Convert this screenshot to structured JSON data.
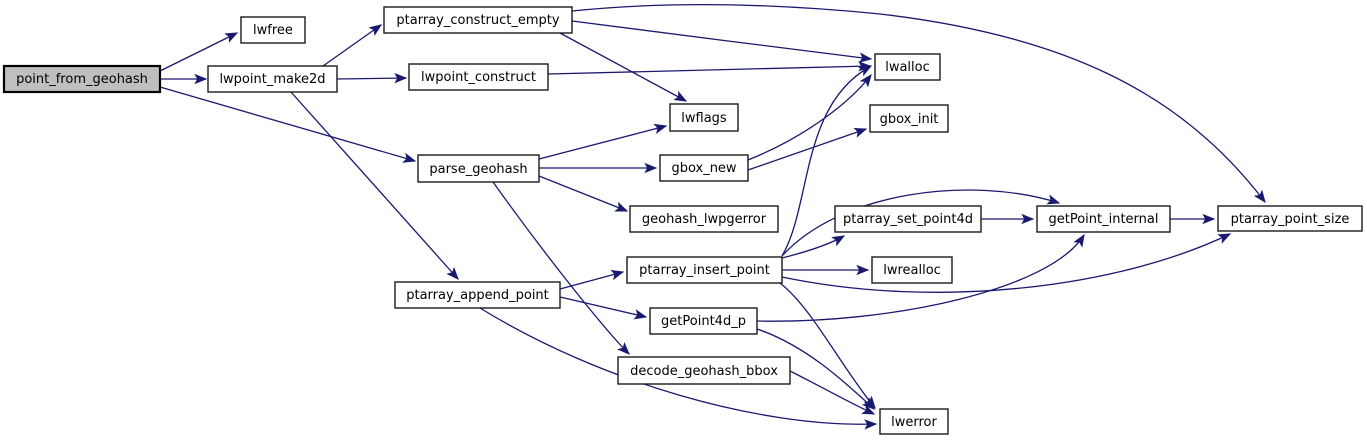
{
  "diagram": {
    "type": "call-graph",
    "root_function": "point_from_geohash",
    "colors": {
      "edge": "#191970",
      "node_fill": "#ffffff",
      "node_border": "#1a1a1a",
      "highlight_fill": "#bfbfbf",
      "text": "#000000",
      "background": "#ffffff"
    },
    "nodes": [
      {
        "id": "point_from_geohash",
        "label": "point_from_geohash",
        "highlighted": true
      },
      {
        "id": "lwfree",
        "label": "lwfree",
        "highlighted": false
      },
      {
        "id": "lwpoint_make2d",
        "label": "lwpoint_make2d",
        "highlighted": false
      },
      {
        "id": "ptarray_construct_empty",
        "label": "ptarray_construct_empty",
        "highlighted": false
      },
      {
        "id": "lwpoint_construct",
        "label": "lwpoint_construct",
        "highlighted": false
      },
      {
        "id": "lwalloc",
        "label": "lwalloc",
        "highlighted": false
      },
      {
        "id": "gbox_init",
        "label": "gbox_init",
        "highlighted": false
      },
      {
        "id": "lwflags",
        "label": "lwflags",
        "highlighted": false
      },
      {
        "id": "parse_geohash",
        "label": "parse_geohash",
        "highlighted": false
      },
      {
        "id": "gbox_new",
        "label": "gbox_new",
        "highlighted": false
      },
      {
        "id": "geohash_lwpgerror",
        "label": "geohash_lwpgerror",
        "highlighted": false
      },
      {
        "id": "ptarray_set_point4d",
        "label": "ptarray_set_point4d",
        "highlighted": false
      },
      {
        "id": "getPoint_internal",
        "label": "getPoint_internal",
        "highlighted": false
      },
      {
        "id": "ptarray_point_size",
        "label": "ptarray_point_size",
        "highlighted": false
      },
      {
        "id": "ptarray_insert_point",
        "label": "ptarray_insert_point",
        "highlighted": false
      },
      {
        "id": "lwrealloc",
        "label": "lwrealloc",
        "highlighted": false
      },
      {
        "id": "ptarray_append_point",
        "label": "ptarray_append_point",
        "highlighted": false
      },
      {
        "id": "getPoint4d_p",
        "label": "getPoint4d_p",
        "highlighted": false
      },
      {
        "id": "decode_geohash_bbox",
        "label": "decode_geohash_bbox",
        "highlighted": false
      },
      {
        "id": "lwerror",
        "label": "lwerror",
        "highlighted": false
      }
    ],
    "edges": [
      {
        "from": "point_from_geohash",
        "to": "lwfree"
      },
      {
        "from": "point_from_geohash",
        "to": "lwpoint_make2d"
      },
      {
        "from": "point_from_geohash",
        "to": "parse_geohash"
      },
      {
        "from": "lwpoint_make2d",
        "to": "ptarray_construct_empty"
      },
      {
        "from": "lwpoint_make2d",
        "to": "lwpoint_construct"
      },
      {
        "from": "lwpoint_make2d",
        "to": "ptarray_append_point"
      },
      {
        "from": "ptarray_construct_empty",
        "to": "lwalloc"
      },
      {
        "from": "ptarray_construct_empty",
        "to": "lwflags"
      },
      {
        "from": "ptarray_construct_empty",
        "to": "ptarray_point_size"
      },
      {
        "from": "lwpoint_construct",
        "to": "lwalloc"
      },
      {
        "from": "parse_geohash",
        "to": "lwflags"
      },
      {
        "from": "parse_geohash",
        "to": "gbox_new"
      },
      {
        "from": "parse_geohash",
        "to": "geohash_lwpgerror"
      },
      {
        "from": "parse_geohash",
        "to": "decode_geohash_bbox"
      },
      {
        "from": "gbox_new",
        "to": "lwalloc"
      },
      {
        "from": "gbox_new",
        "to": "gbox_init"
      },
      {
        "from": "ptarray_insert_point",
        "to": "lwalloc"
      },
      {
        "from": "ptarray_insert_point",
        "to": "ptarray_set_point4d"
      },
      {
        "from": "ptarray_insert_point",
        "to": "getPoint_internal"
      },
      {
        "from": "ptarray_insert_point",
        "to": "lwrealloc"
      },
      {
        "from": "ptarray_insert_point",
        "to": "ptarray_point_size"
      },
      {
        "from": "ptarray_insert_point",
        "to": "lwerror"
      },
      {
        "from": "ptarray_append_point",
        "to": "ptarray_insert_point"
      },
      {
        "from": "ptarray_append_point",
        "to": "getPoint4d_p"
      },
      {
        "from": "ptarray_append_point",
        "to": "lwerror"
      },
      {
        "from": "getPoint4d_p",
        "to": "getPoint_internal"
      },
      {
        "from": "getPoint4d_p",
        "to": "lwerror"
      },
      {
        "from": "decode_geohash_bbox",
        "to": "lwerror"
      },
      {
        "from": "ptarray_set_point4d",
        "to": "getPoint_internal"
      },
      {
        "from": "getPoint_internal",
        "to": "ptarray_point_size"
      }
    ]
  }
}
